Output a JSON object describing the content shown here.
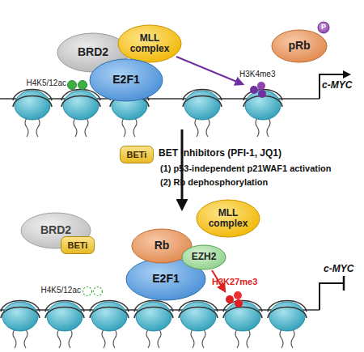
{
  "diagram": {
    "nodes": [
      {
        "text": [
          "BRD2"
        ]
      },
      {
        "text": [
          "MLL complex"
        ]
      },
      {
        "text": [
          "pRb"
        ]
      },
      {
        "text": [
          "P"
        ],
        "in": 2
      },
      {
        "text": [
          "E2F1"
        ]
      },
      {
        "text": [
          "BETi"
        ]
      },
      {
        "text": [
          "BRD2"
        ]
      },
      {
        "text": [
          "BETi"
        ],
        "in": 6
      },
      {
        "text": [
          "Rb"
        ]
      },
      {
        "text": [
          "MLL complex"
        ]
      },
      {
        "text": [
          "EZH2"
        ]
      },
      {
        "text": [
          "E2F1"
        ]
      }
    ],
    "labels": [
      "H4K5/12ac",
      "H3K4me3",
      "c-MYC",
      "BET inhibitors (PFI-1, JQ1)",
      "(1) p53-independent p21WAF1 activation",
      "(2) Rb dephosphorylation",
      "H4K5/12ac",
      "H3K27me3",
      "c-MYC"
    ]
  }
}
